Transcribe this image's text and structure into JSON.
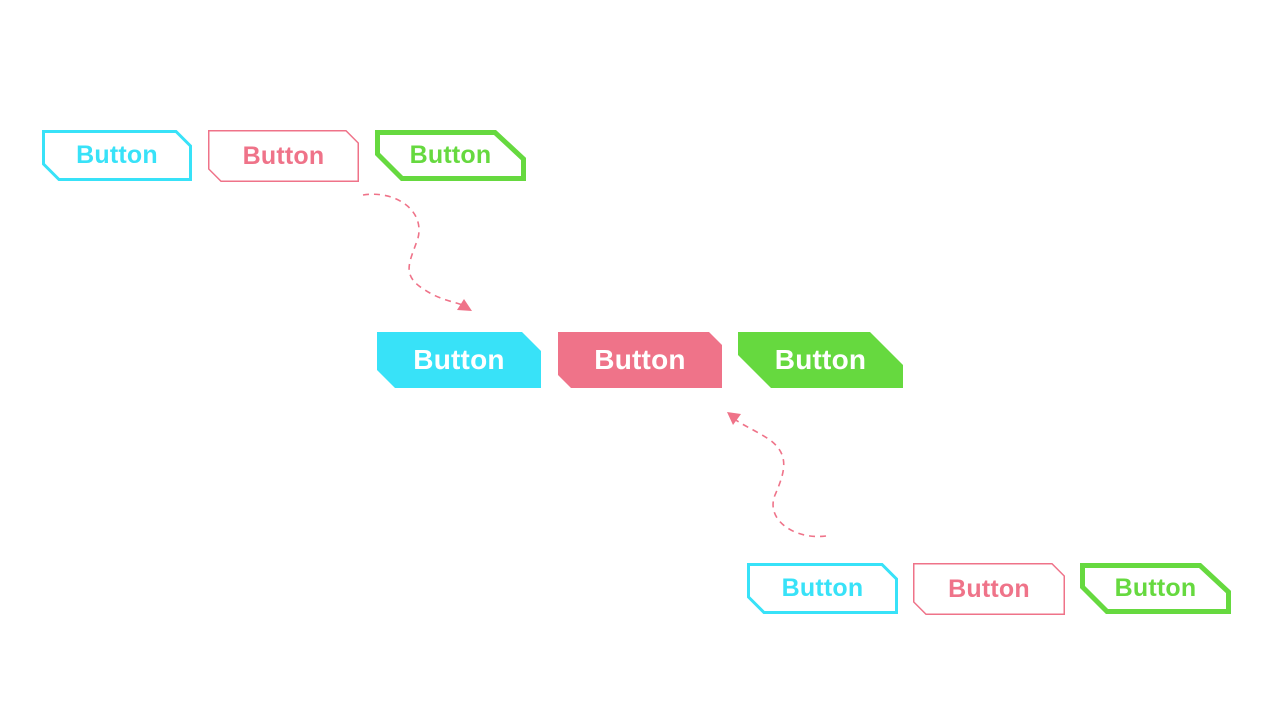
{
  "colors": {
    "cyan": "#38e2f8",
    "pink": "#ef7389",
    "green": "#66d93f",
    "arrow": "#ef7389"
  },
  "top_row": {
    "cyan_button": "Button",
    "pink_button": "Button",
    "green_button": "Button"
  },
  "middle_row": {
    "cyan_button": "Button",
    "pink_button": "Button",
    "green_button": "Button"
  },
  "bottom_row": {
    "cyan_button": "Button",
    "pink_button": "Button",
    "green_button": "Button"
  }
}
